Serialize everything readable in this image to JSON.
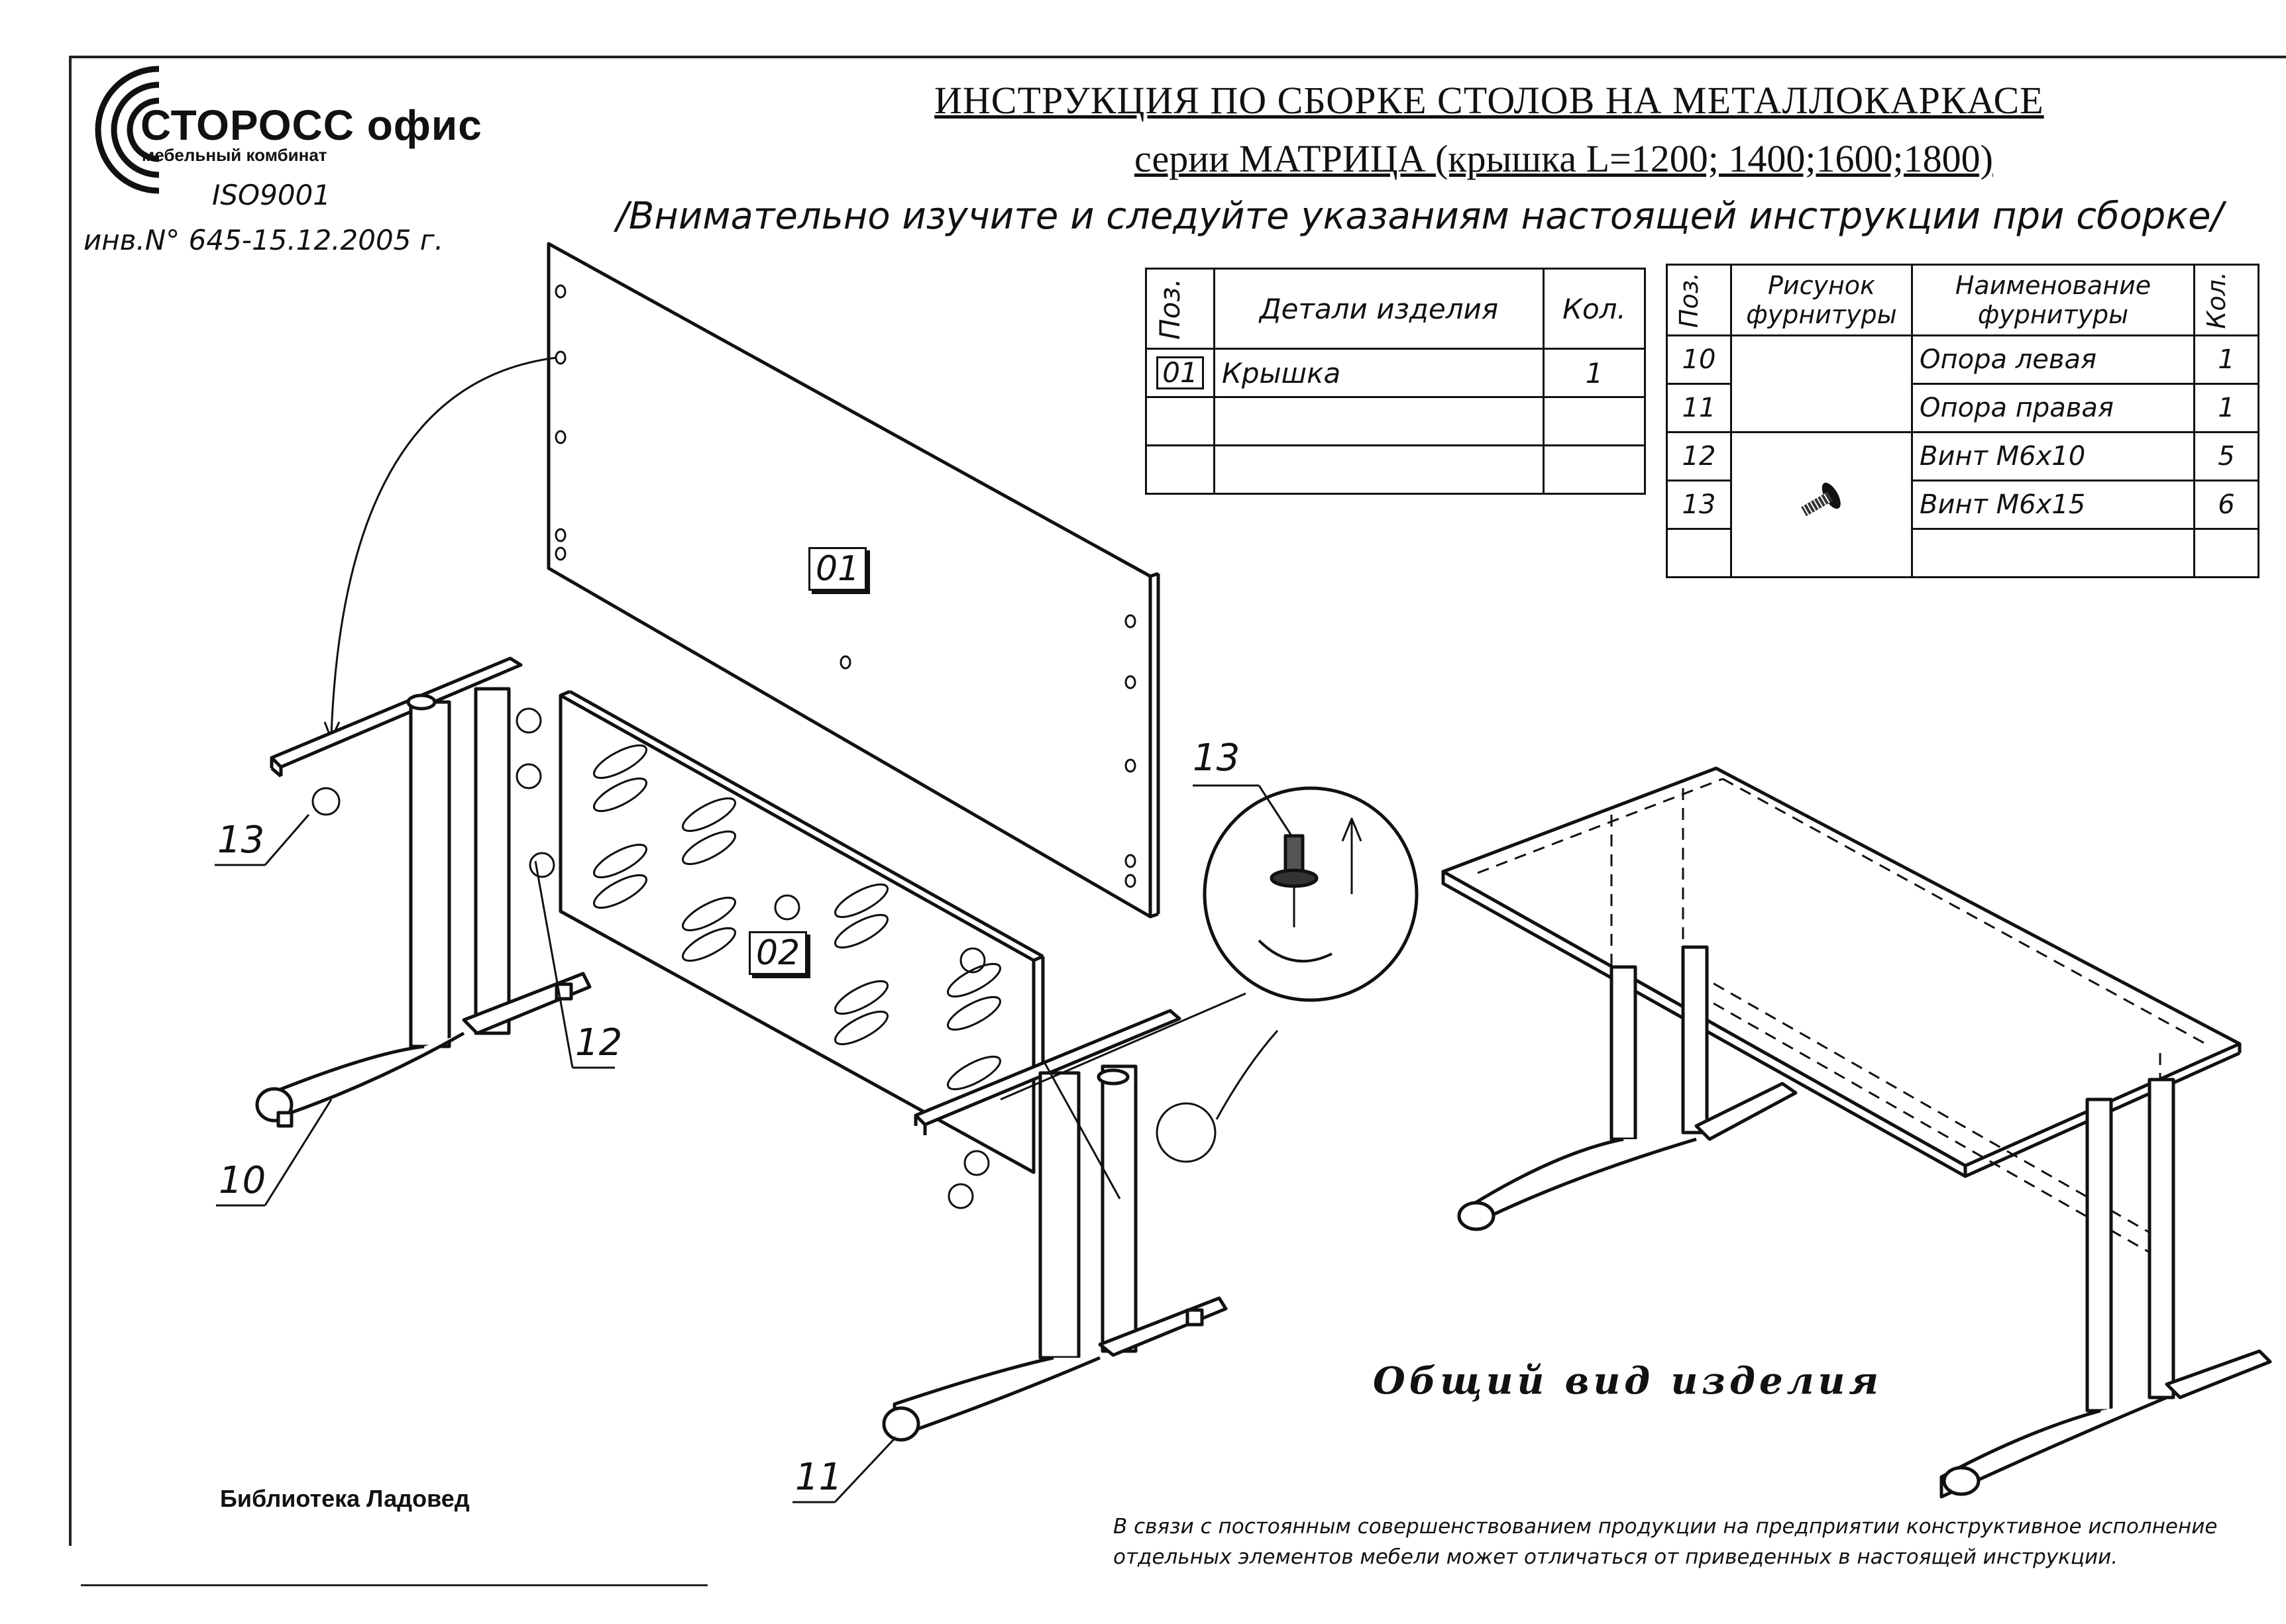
{
  "header": {
    "logo_name": "СТОРОСС офис",
    "logo_sub": "мебельный комбинат",
    "iso": "ISO9001",
    "inventory": "инв.N° 645-15.12.2005 г.",
    "title": "ИНСТРУКЦИЯ   ПО   СБОРКЕ  СТОЛОВ  НА  МЕТАЛЛОКАРКАСЕ",
    "subtitle": "серии  МАТРИЦА   (крышка  L=1200;  1400;1600;1800)",
    "note": "/Внимательно  изучите  и  следуйте  указаниям  настоящей  инструкции  при  сборке/"
  },
  "parts_table": {
    "headers": [
      "Поз.",
      "Детали  изделия",
      "Кол."
    ],
    "rows": [
      {
        "pos": "01",
        "name": "Крышка",
        "qty": "1"
      }
    ]
  },
  "hardware_table": {
    "headers": [
      "Поз.",
      "Рисунок фурнитуры",
      "Наименование фурнитуры",
      "Кол."
    ],
    "rows": [
      {
        "pos": "10",
        "name": "Опора  левая",
        "qty": "1"
      },
      {
        "pos": "11",
        "name": "Опора  правая",
        "qty": "1"
      },
      {
        "pos": "12",
        "name": "Винт  М6х10",
        "qty": "5"
      },
      {
        "pos": "13",
        "name": "Винт  М6х15",
        "qty": "6"
      }
    ]
  },
  "callouts": {
    "panel_01": "01",
    "panel_02": "02",
    "c13_left": "13",
    "c12": "12",
    "c10": "10",
    "c11": "11",
    "c13_detail": "13"
  },
  "general_view": "Общий  вид  изделия",
  "library": "Библиотека Ладовед",
  "footer": "В связи с постоянным совершенствованием продукции на предприятии конструктивное исполнение отдельных элементов мебели может отличаться от приведенных в настоящей инструкции."
}
